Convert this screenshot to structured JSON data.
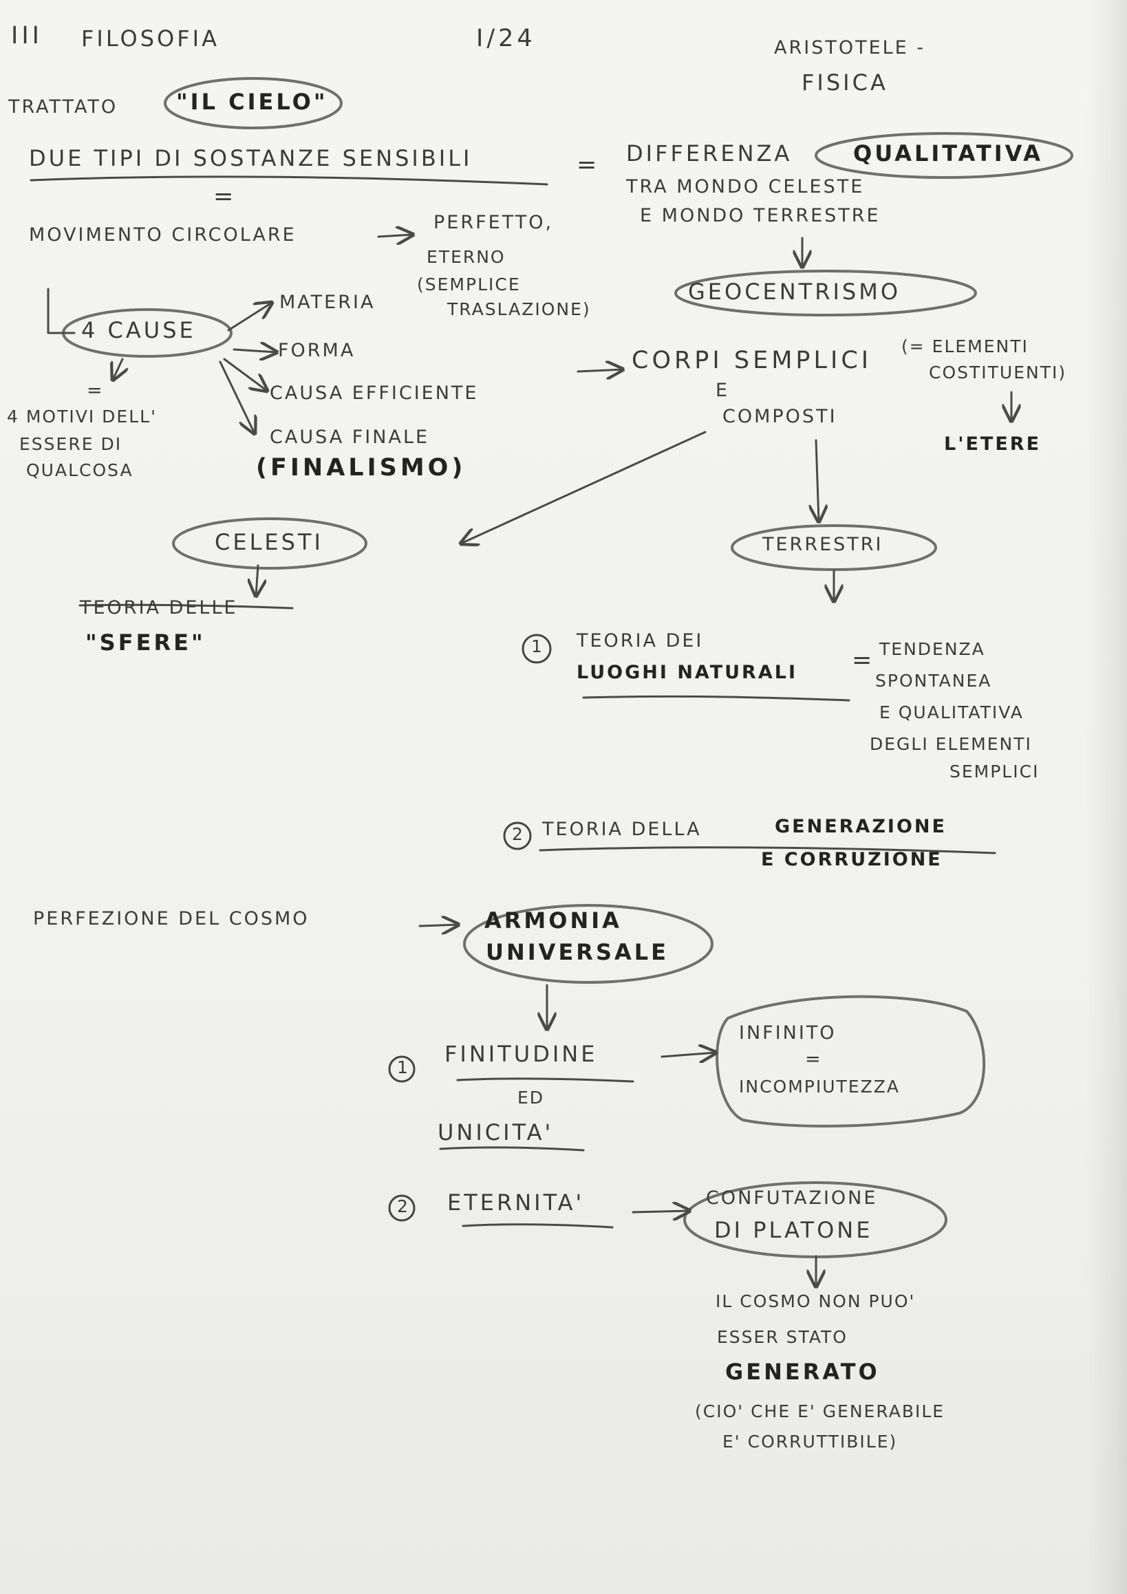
{
  "header": {
    "section": "III",
    "subject": "FILOSOFIA",
    "page": "I/24",
    "topic_line1": "ARISTOTELE -",
    "topic_line2": "FISICA"
  },
  "treatise": {
    "label": "TRATTATO",
    "title": "\"IL CIELO\""
  },
  "top": {
    "two_substances": "DUE TIPI DI SOSTANZE SENSIBILI",
    "equals": "=",
    "equals_below": "=",
    "difference_prefix": "DIFFERENZA",
    "difference_key": "QUALITATIVA",
    "between_1": "TRA MONDO CELESTE",
    "between_2": "E MONDO TERRESTRE",
    "geocentrism": "GEOCENTRISMO"
  },
  "movement": {
    "label": "MOVIMENTO CIRCOLARE",
    "perfect": "PERFETTO,",
    "eternal": "ETERNO",
    "simple_1": "(SEMPLICE",
    "simple_2": "TRASLAZIONE)"
  },
  "causes": {
    "label": "4 CAUSE",
    "equals": "=",
    "reasons_1": "4 MOTIVI DELL'",
    "reasons_2": "ESSERE DI",
    "reasons_3": "QUALCOSA",
    "items": [
      "MATERIA",
      "FORMA",
      "CAUSA EFFICIENTE",
      "CAUSA FINALE"
    ],
    "finalism": "(FINALISMO)"
  },
  "bodies": {
    "simple": "CORPI SEMPLICI",
    "and": "E",
    "composite": "COMPOSTI",
    "elements_1": "(= ELEMENTI",
    "elements_2": "COSTITUENTI)",
    "ether": "L'ETERE",
    "celestial": "CELESTI",
    "terrestrial": "TERRESTRI"
  },
  "spheres": {
    "line1": "TEORIA DELLE",
    "line2": "\"SFERE\""
  },
  "places": {
    "number": "1",
    "line1": "TEORIA DEI",
    "line2": "LUOGHI NATURALI",
    "equals": "=",
    "desc_1": "TENDENZA",
    "desc_2": "SPONTANEA",
    "desc_3": "E QUALITATIVA",
    "desc_4": "DEGLI ELEMENTI",
    "desc_5": "SEMPLICI"
  },
  "generation": {
    "number": "2",
    "prefix": "TEORIA DELLA",
    "key_1": "GENERAZIONE",
    "key_2": "E CORRUZIONE"
  },
  "cosmos": {
    "perfection": "PERFEZIONE DEL COSMO",
    "harmony_1": "ARMONIA",
    "harmony_2": "UNIVERSALE",
    "n1": "1",
    "finitude": "FINITUDINE",
    "and": "ED",
    "unicity": "UNICITA'",
    "infinite": "INFINITO",
    "inf_eq": "=",
    "incompleteness": "INCOMPIUTEZZA",
    "n2": "2",
    "eternity": "ETERNITA'",
    "confute_1": "CONFUTAZIONE",
    "confute_2": "DI PLATONE",
    "c1": "IL COSMO NON PUO'",
    "c2": "ESSER STATO",
    "c3": "GENERATO",
    "c4": "(CIO' CHE E' GENERABILE",
    "c5": "E' CORRUTTIBILE)"
  }
}
